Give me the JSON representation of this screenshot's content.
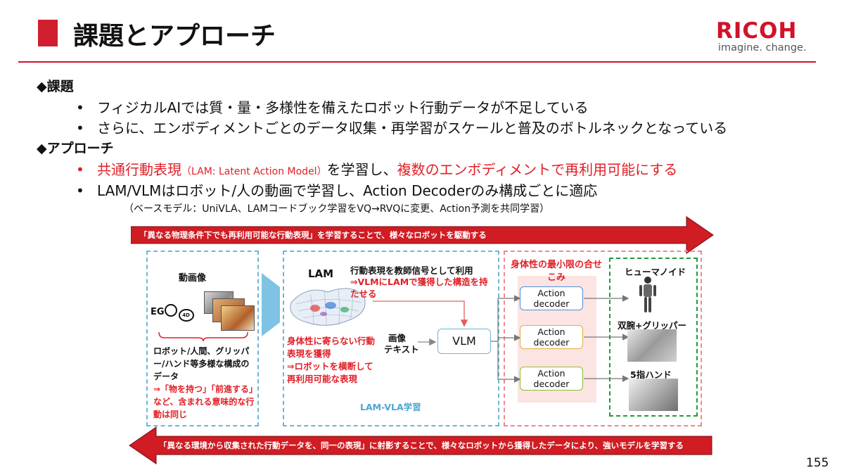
{
  "header": {
    "title": "課題とアプローチ",
    "logo_word": "RICOH",
    "logo_tagline": "imagine. change."
  },
  "sections": {
    "issues_heading": "◆課題",
    "issues": [
      "フィジカルAIでは質・量・多様性を備えたロボット行動データが不足している",
      "さらに、エンボディメントごとのデータ収集・再学習がスケールと普及のボトルネックとなっている"
    ],
    "approach_heading": "◆アプローチ",
    "approach_1_part_a": "共通行動表現",
    "approach_1_part_b": "（LAM: Latent Action Model）",
    "approach_1_part_c": "を学習し、",
    "approach_1_part_d": "複数のエンボディメントで再利用可能にする",
    "approach_2": "LAM/VLMはロボット/人の動画で学習し、Action Decoderのみ構成ごとに適応",
    "approach_note": "（ベースモデル：UniVLA、LAMコードブック学習をVQ→RVQに変更、Action予測を共同学習）",
    "bullet_char": "•"
  },
  "diagram": {
    "top_arrow_text": "「異なる物理条件下でも再利用可能な行動表現」を学習することで、様々なロボットを駆動する",
    "bottom_arrow_text": "「異なる環境から収集された行動データを、同一の表現」に射影することで、様々なロボットから獲得したデータにより、強いモデルを学習する",
    "video_label": "動画像",
    "ego_label": "EG",
    "ego_badge": "4D",
    "data_desc": "ロボット/人間、グリッパー/ハンド等多様な構成のデータ",
    "data_desc_red": "⇒「物を持つ」「前進する」など、含まれる意味的な行動は同じ",
    "lam_label": "LAM",
    "teacher_signal": "行動表現を教師信号として利用",
    "teacher_signal_red": "⇒VLMにLAMで獲得した構造を持たせる",
    "lam_red_1": "身体性に寄らない行動表現を獲得",
    "lam_red_2": "⇒ロボットを横断して再利用可能な表現",
    "input_1": "画像",
    "input_2": "テキスト",
    "vlm_label": "VLM",
    "lam_vla_label": "LAM-VLA学習",
    "embodiment_title": "身体性の最小限の合せこみ",
    "decoders": [
      "Action decoder",
      "Action decoder",
      "Action decoder"
    ],
    "robots": [
      "ヒューマノイド",
      "双腕+グリッパー",
      "5指ハンド"
    ],
    "colors": {
      "red": "#e01f26",
      "blue_box": "#6cb6d6",
      "pink_box": "#f08a8a",
      "green_box": "#1f9c3a",
      "decoder_blue": "#4a90d9",
      "decoder_yellow": "#e2b13a",
      "decoder_green": "#8bbf3a"
    }
  },
  "footer": {
    "page_number": "155"
  }
}
